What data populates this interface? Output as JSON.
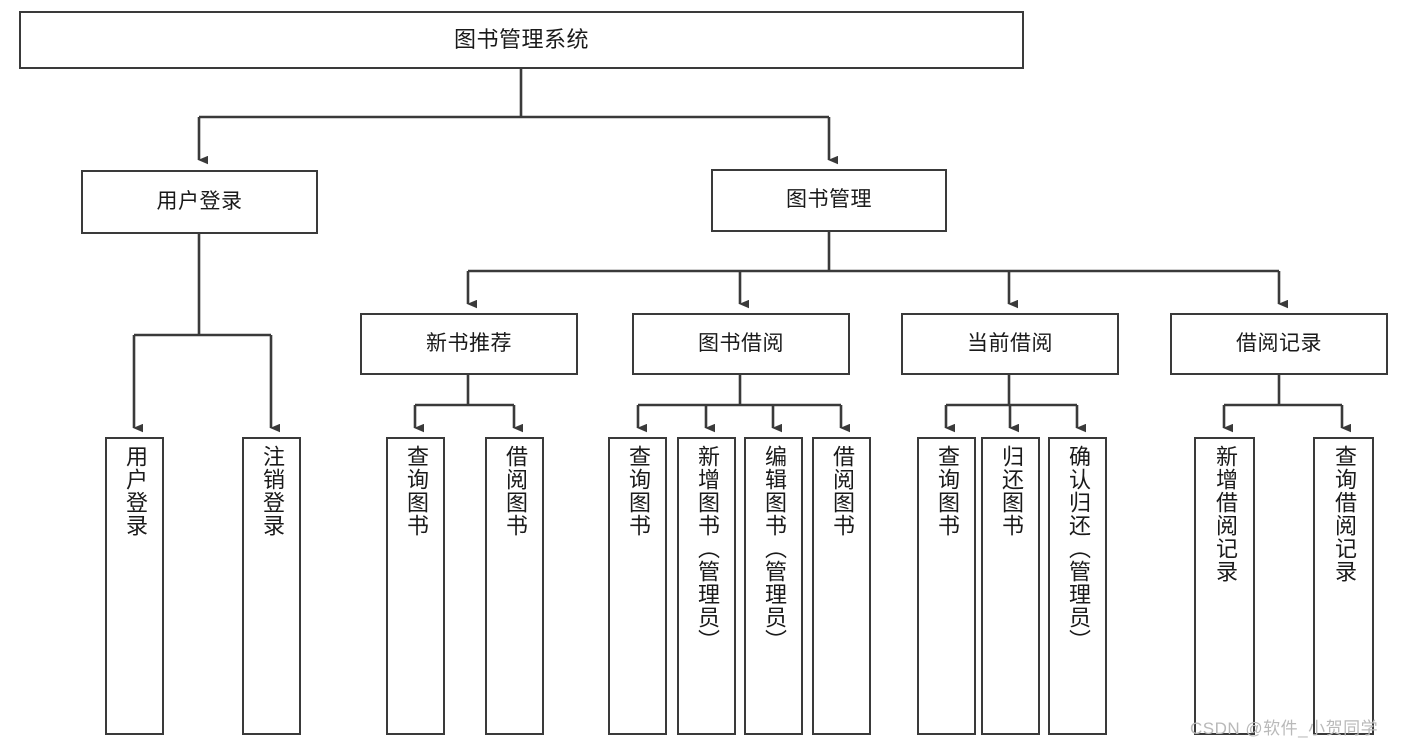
{
  "diagram": {
    "title": "图书管理系统",
    "type": "tree-hierarchy-chart",
    "watermark": "CSDN @软件_小贺同学",
    "line_color": "#3a3a3a",
    "box_fill": "#ffffff",
    "text_color": "#1a1a1a",
    "watermark_color": "#b9b9b9"
  },
  "nodes": {
    "root": {
      "label": "图书管理系统"
    },
    "level2": [
      {
        "label": "用户登录"
      },
      {
        "label": "图书管理"
      }
    ],
    "level3": [
      {
        "label": "新书推荐"
      },
      {
        "label": "图书借阅"
      },
      {
        "label": "当前借阅"
      },
      {
        "label": "借阅记录"
      }
    ],
    "leaves": {
      "user_login": [
        {
          "label": "用户登录"
        },
        {
          "label": "注销登录"
        }
      ],
      "new_book_recommend": [
        {
          "label": "查询图书"
        },
        {
          "label": "借阅图书"
        }
      ],
      "book_borrow": [
        {
          "label": "查询图书"
        },
        {
          "label": "新增图书（管理员）"
        },
        {
          "label": "编辑图书（管理员）"
        },
        {
          "label": "借阅图书"
        }
      ],
      "current_borrow": [
        {
          "label": "查询图书"
        },
        {
          "label": "归还图书"
        },
        {
          "label": "确认归还（管理员）"
        }
      ],
      "borrow_record": [
        {
          "label": "新增借阅记录"
        },
        {
          "label": "查询借阅记录"
        }
      ]
    }
  },
  "chart_data": {
    "type": "table",
    "title": "图书管理系统",
    "hierarchy": [
      {
        "name": "图书管理系统",
        "children": [
          {
            "name": "用户登录",
            "children": [
              {
                "name": "用户登录"
              },
              {
                "name": "注销登录"
              }
            ]
          },
          {
            "name": "图书管理",
            "children": [
              {
                "name": "新书推荐",
                "children": [
                  {
                    "name": "查询图书"
                  },
                  {
                    "name": "借阅图书"
                  }
                ]
              },
              {
                "name": "图书借阅",
                "children": [
                  {
                    "name": "查询图书"
                  },
                  {
                    "name": "新增图书（管理员）"
                  },
                  {
                    "name": "编辑图书（管理员）"
                  },
                  {
                    "name": "借阅图书"
                  }
                ]
              },
              {
                "name": "当前借阅",
                "children": [
                  {
                    "name": "查询图书"
                  },
                  {
                    "name": "归还图书"
                  },
                  {
                    "name": "确认归还（管理员）"
                  }
                ]
              },
              {
                "name": "借阅记录",
                "children": [
                  {
                    "name": "新增借阅记录"
                  },
                  {
                    "name": "查询借阅记录"
                  }
                ]
              }
            ]
          }
        ]
      }
    ]
  }
}
